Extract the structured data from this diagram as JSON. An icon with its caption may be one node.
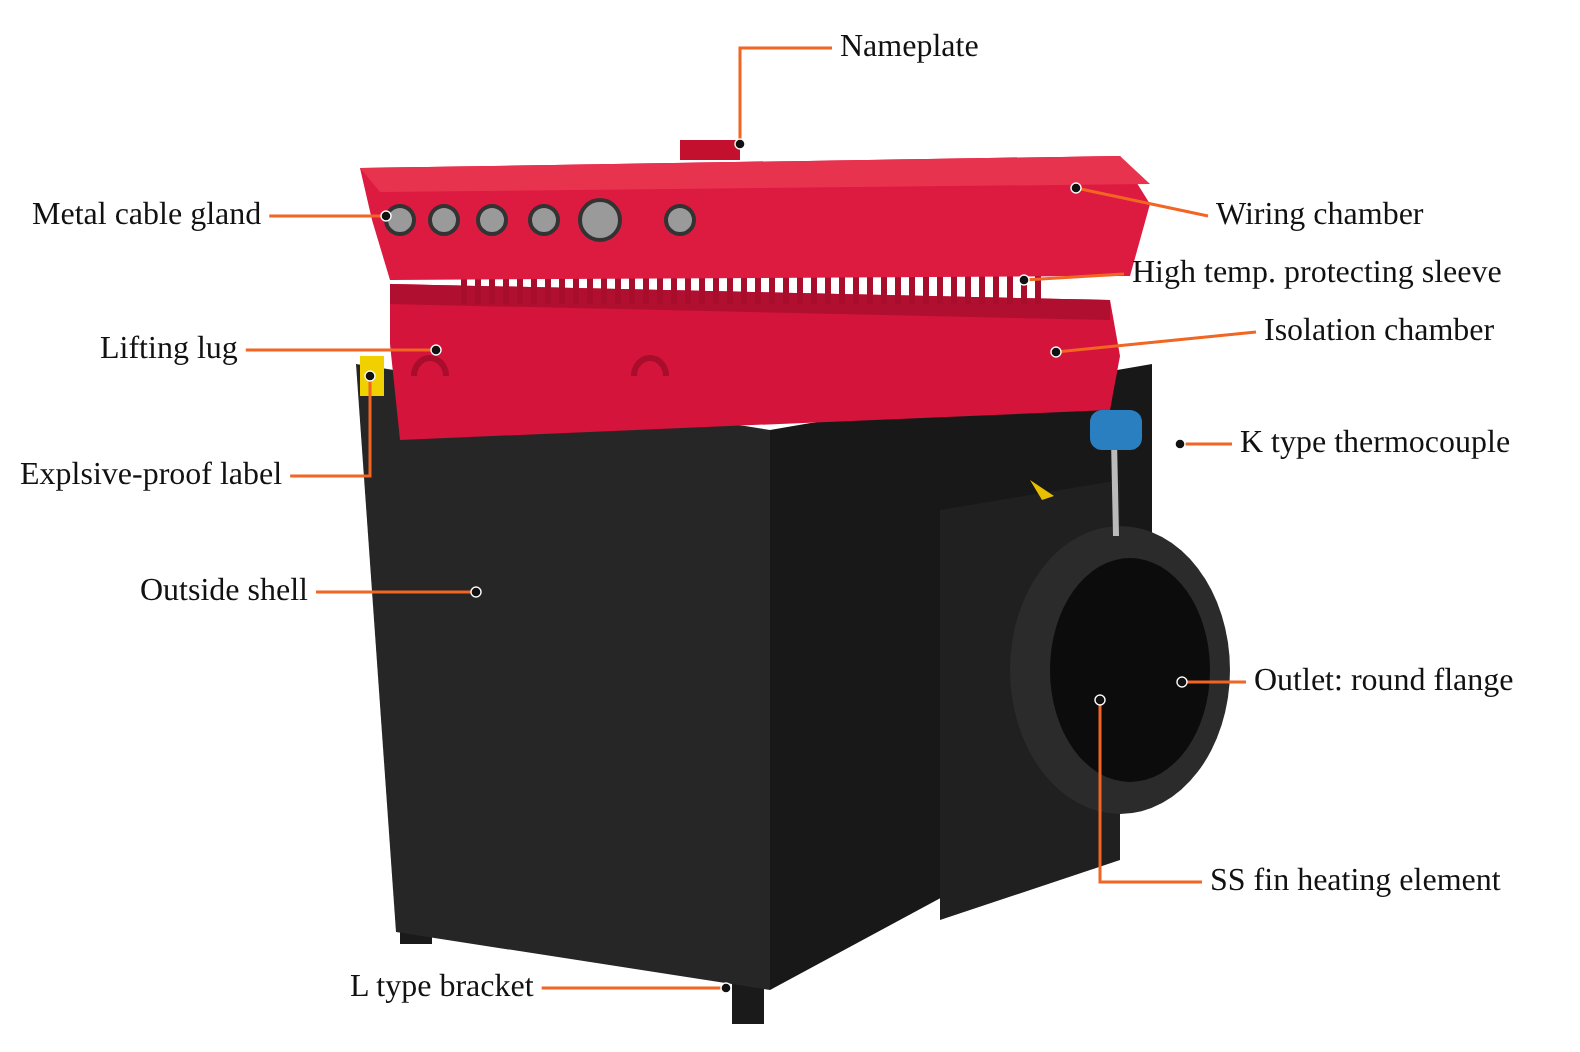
{
  "diagram": {
    "nodes": [
      {
        "text": [
          "Nameplate"
        ]
      },
      {
        "text": [
          "Metal cable gland"
        ]
      },
      {
        "text": [
          "Wiring chamber"
        ]
      },
      {
        "text": [
          "High temp. protecting sleeve"
        ]
      },
      {
        "text": [
          "Isolation chamber"
        ]
      },
      {
        "text": [
          "Lifting lug"
        ]
      },
      {
        "text": [
          "K type thermocouple"
        ]
      },
      {
        "text": [
          "Explsive-proof label"
        ]
      },
      {
        "text": [
          "Outside shell"
        ]
      },
      {
        "text": [
          "Outlet: round flange"
        ]
      },
      {
        "text": [
          "SS fin heating element"
        ]
      },
      {
        "text": [
          "L type bracket"
        ]
      }
    ],
    "edges": [
      {
        "from": 0,
        "to": null,
        "arrow": "other"
      },
      {
        "from": 1,
        "to": null,
        "arrow": "other"
      },
      {
        "from": 2,
        "to": null,
        "arrow": "other"
      },
      {
        "from": 3,
        "to": null,
        "arrow": "other"
      },
      {
        "from": 4,
        "to": null,
        "arrow": "other"
      },
      {
        "from": 5,
        "to": null,
        "arrow": "other"
      },
      {
        "from": 6,
        "to": null,
        "arrow": "other"
      },
      {
        "from": 7,
        "to": null,
        "arrow": "other"
      },
      {
        "from": 8,
        "to": null,
        "arrow": "other"
      },
      {
        "from": 9,
        "to": null,
        "arrow": "other"
      },
      {
        "from": 10,
        "to": null,
        "arrow": "other"
      },
      {
        "from": 11,
        "to": null,
        "arrow": "other"
      }
    ]
  }
}
